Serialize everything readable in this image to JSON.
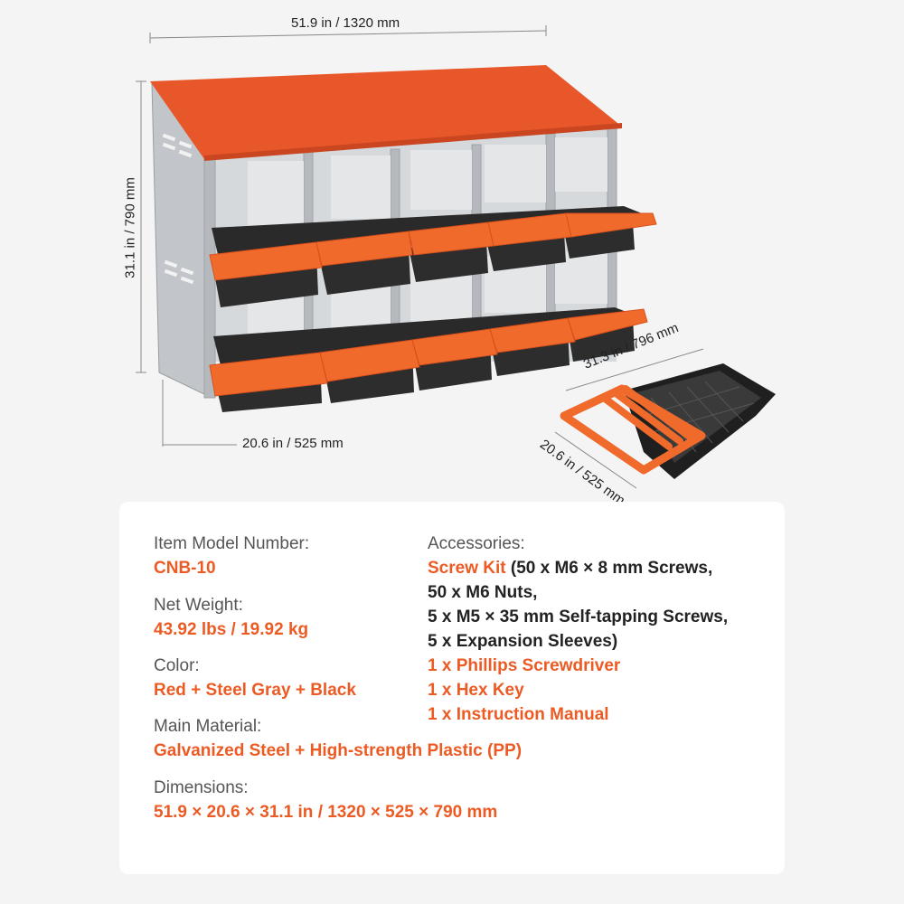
{
  "dimensions": {
    "width": "51.9 in / 1320 mm",
    "height": "31.1 in / 790 mm",
    "depth": "20.6 in / 525 mm",
    "tray_length": "31.3 in / 796 mm",
    "tray_width": "20.6 in / 525 mm"
  },
  "colors": {
    "accent": "#ec5b24",
    "roof": "#e8572a",
    "steel": "#b8bcc0",
    "tray": "#2a2a2a"
  },
  "specs": {
    "model_label": "Item Model Number:",
    "model_value": "CNB-10",
    "weight_label": "Net Weight:",
    "weight_value": "43.92 lbs / 19.92 kg",
    "color_label": "Color:",
    "color_value": "Red + Steel Gray + Black",
    "material_label": "Main Material:",
    "material_value": "Galvanized Steel + High-strength Plastic (PP)",
    "dimensions_label": "Dimensions:",
    "dimensions_value": "51.9 × 20.6 × 31.1 in / 1320 × 525 × 790 mm"
  },
  "accessories": {
    "label": "Accessories:",
    "screw_kit_name": "Screw Kit",
    "screw_kit_line1": " (50 x M6 × 8 mm Screws,",
    "screw_kit_line2": "50 x M6 Nuts,",
    "screw_kit_line3": "5 x M5 × 35 mm Self-tapping Screws,",
    "screw_kit_line4": "5 x Expansion Sleeves)",
    "item2": "1 x Phillips Screwdriver",
    "item3": "1 x Hex Key",
    "item4": "1 x Instruction Manual"
  }
}
